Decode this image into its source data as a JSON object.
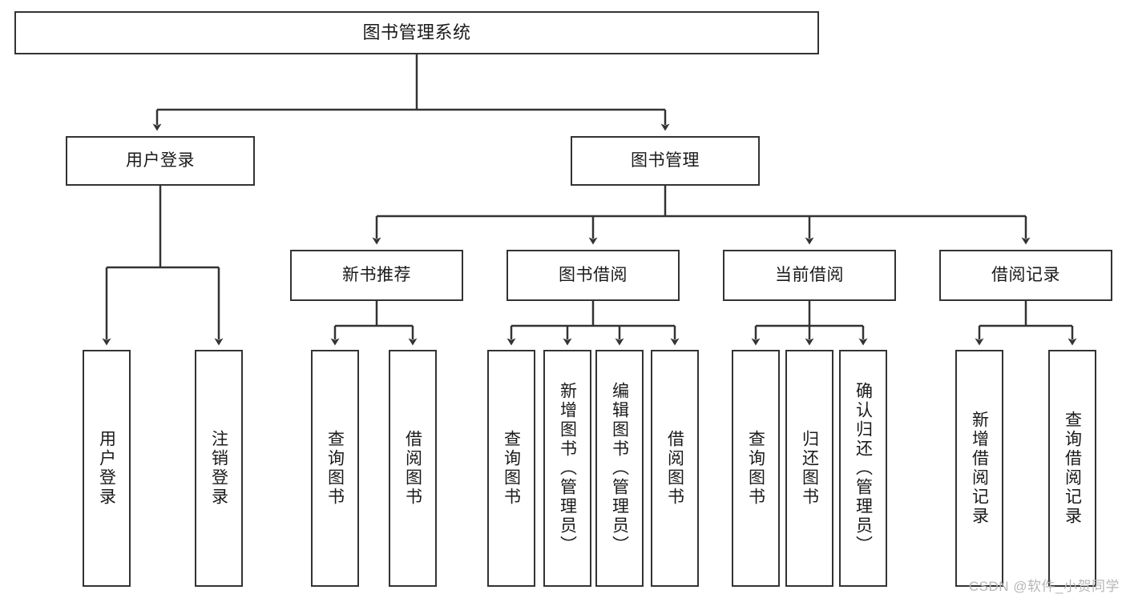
{
  "diagram": {
    "title": "图书管理系统",
    "type": "tree-hierarchy",
    "watermark": "CSDN @软件_小贺同学",
    "colors": {
      "stroke": "#333333",
      "fill": "#ffffff",
      "text": "#1a1a1a",
      "watermark": "#b6b6b6"
    },
    "nodes": {
      "root": {
        "label": "图书管理系统"
      },
      "level2": [
        {
          "label": "用户登录"
        },
        {
          "label": "图书管理"
        }
      ],
      "level3": [
        {
          "label": "新书推荐"
        },
        {
          "label": "图书借阅"
        },
        {
          "label": "当前借阅"
        },
        {
          "label": "借阅记录"
        }
      ],
      "leaves_user_login": [
        {
          "label": "用户登录"
        },
        {
          "label": "注销登录"
        }
      ],
      "leaves_new_book": [
        {
          "label": "查询图书"
        },
        {
          "label": "借阅图书"
        }
      ],
      "leaves_borrow": [
        {
          "label": "查询图书"
        },
        {
          "label": "新增图书（管理员）"
        },
        {
          "label": "编辑图书（管理员）"
        },
        {
          "label": "借阅图书"
        }
      ],
      "leaves_current": [
        {
          "label": "查询图书"
        },
        {
          "label": "归还图书"
        },
        {
          "label": "确认归还（管理员）"
        }
      ],
      "leaves_records": [
        {
          "label": "新增借阅记录"
        },
        {
          "label": "查询借阅记录"
        }
      ]
    }
  }
}
